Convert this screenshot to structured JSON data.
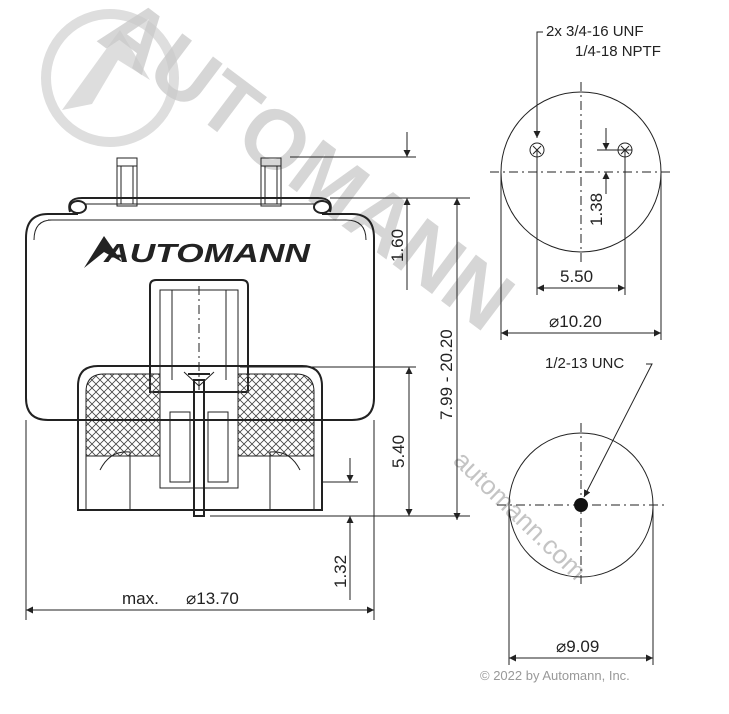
{
  "brand": {
    "logo_text": "AUTOMANN",
    "watermark_text": "AUTOMANN",
    "watermark_url": "automann.com",
    "copyright": "© 2022 by Automann, Inc."
  },
  "dimensions": {
    "max_diameter_prefix": "max.",
    "max_diameter": "⌀13.70",
    "height_range": "7.99 - 20.20",
    "top_offset": "1.60",
    "piston_height": "5.40",
    "bottom_offset": "1.32",
    "stud_spacing": "5.50",
    "stud_offset": "1.38",
    "plate_diameter": "⌀10.20",
    "base_diameter": "⌀9.09"
  },
  "callouts": {
    "top_thread_1": "2x 3/4-16 UNF",
    "top_thread_2": "1/4-18 NPTF",
    "bottom_thread": "1/2-13 UNC"
  }
}
